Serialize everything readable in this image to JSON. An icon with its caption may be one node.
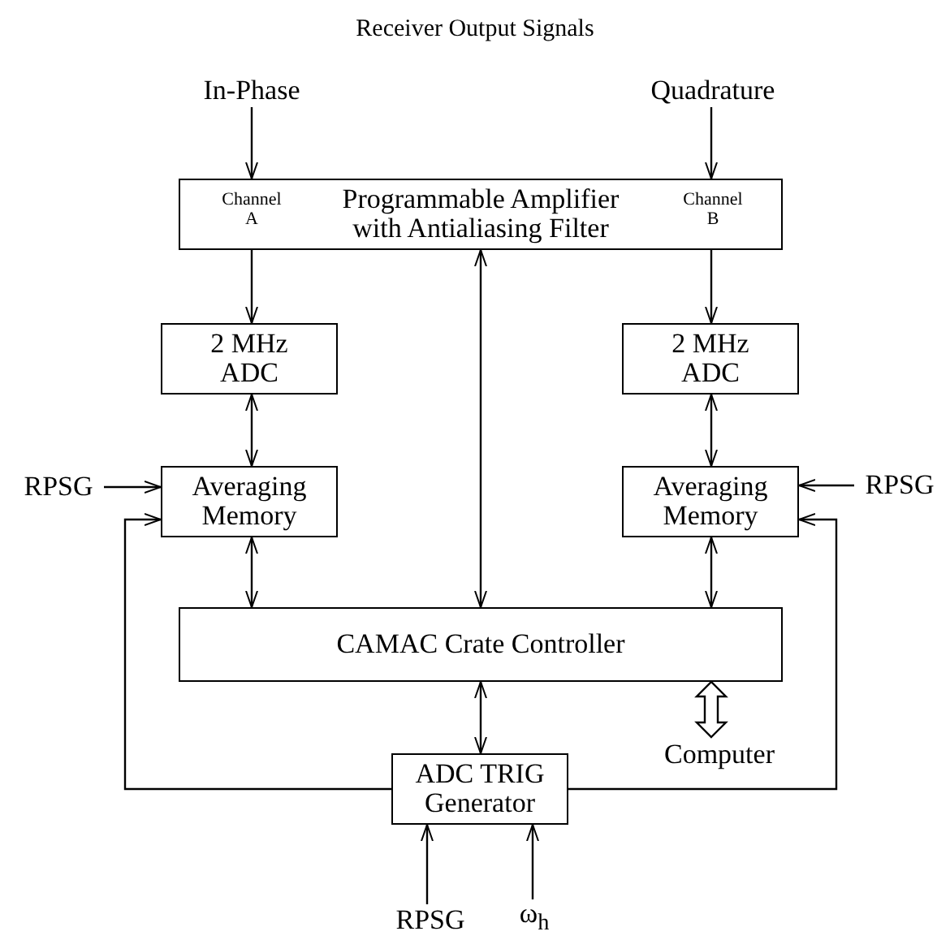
{
  "diagram": {
    "title": "Receiver Output Signals",
    "nodes": [
      {
        "text": [
          "In-Phase"
        ]
      },
      {
        "text": [
          "Quadrature"
        ]
      },
      {
        "text": [
          "Channel A",
          "Programmable Amplifier with Antialiasing Filter",
          "Channel B"
        ]
      },
      {
        "text": [
          "2 MHz ADC"
        ]
      },
      {
        "text": [
          "2 MHz ADC"
        ]
      },
      {
        "text": [
          "RPSG"
        ]
      },
      {
        "text": [
          "Averaging Memory"
        ]
      },
      {
        "text": [
          "Averaging Memory"
        ]
      },
      {
        "text": [
          "RPSG"
        ]
      },
      {
        "text": [
          "CAMAC Crate Controller"
        ]
      },
      {
        "text": [
          "Computer"
        ]
      },
      {
        "text": [
          "ADC TRIG Generator"
        ]
      },
      {
        "text": [
          "RPSG"
        ]
      },
      {
        "text": [
          "ω$_{h}$"
        ]
      }
    ],
    "edges": [
      {
        "from": 0,
        "to": 2,
        "arrow": "to"
      },
      {
        "from": 1,
        "to": 2,
        "arrow": "to"
      },
      {
        "from": 2,
        "to": 3,
        "arrow": "to"
      },
      {
        "from": 2,
        "to": 4,
        "arrow": "to"
      },
      {
        "from": 3,
        "to": 6,
        "arrow": "both"
      },
      {
        "from": 4,
        "to": 7,
        "arrow": "both"
      },
      {
        "from": 5,
        "to": 6,
        "arrow": "to"
      },
      {
        "from": 8,
        "to": 7,
        "arrow": "to"
      },
      {
        "from": 6,
        "to": 9,
        "arrow": "both"
      },
      {
        "from": 7,
        "to": 9,
        "arrow": "both"
      },
      {
        "from": 9,
        "to": 2,
        "arrow": "both"
      },
      {
        "from": 9,
        "to": 11,
        "arrow": "both"
      },
      {
        "from": 11,
        "to": 6,
        "arrow": "to"
      },
      {
        "from": 11,
        "to": 7,
        "arrow": "to"
      },
      {
        "from": 12,
        "to": 11,
        "arrow": "to"
      },
      {
        "from": 13,
        "to": 11,
        "arrow": "to"
      },
      {
        "from": 10,
        "to": 9,
        "arrow": "both",
        "style": "thick"
      }
    ]
  }
}
